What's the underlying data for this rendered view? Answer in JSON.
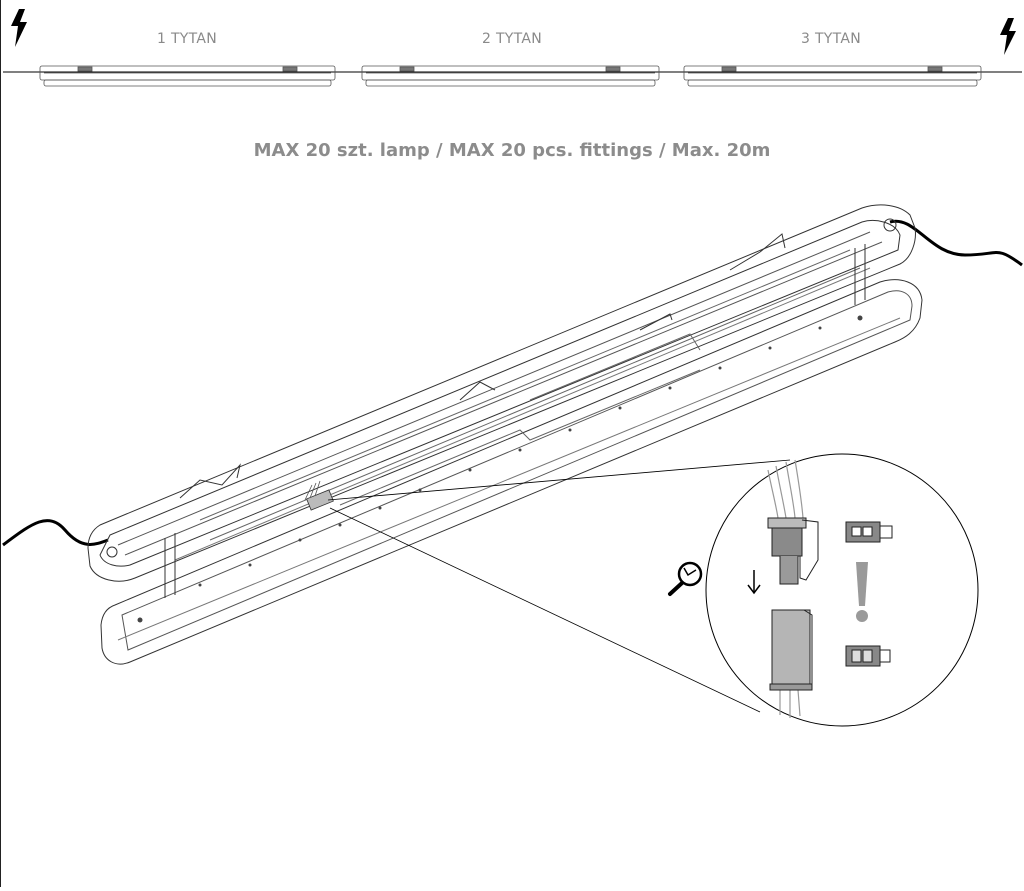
{
  "fixtures": [
    {
      "label": "1 TYTAN"
    },
    {
      "label": "2 TYTAN"
    },
    {
      "label": "3 TYTAN"
    }
  ],
  "max_note": "MAX 20 szt. lamp / MAX 20 pcs. fittings / Max. 20m",
  "icons": {
    "power": "lightning-bolt",
    "zoom": "magnifier",
    "arrow": "arrow-down",
    "warning": "exclamation-mark"
  },
  "colors": {
    "line": "#000000",
    "label": "#8a8a8a",
    "connector": "#9a9a9a"
  }
}
